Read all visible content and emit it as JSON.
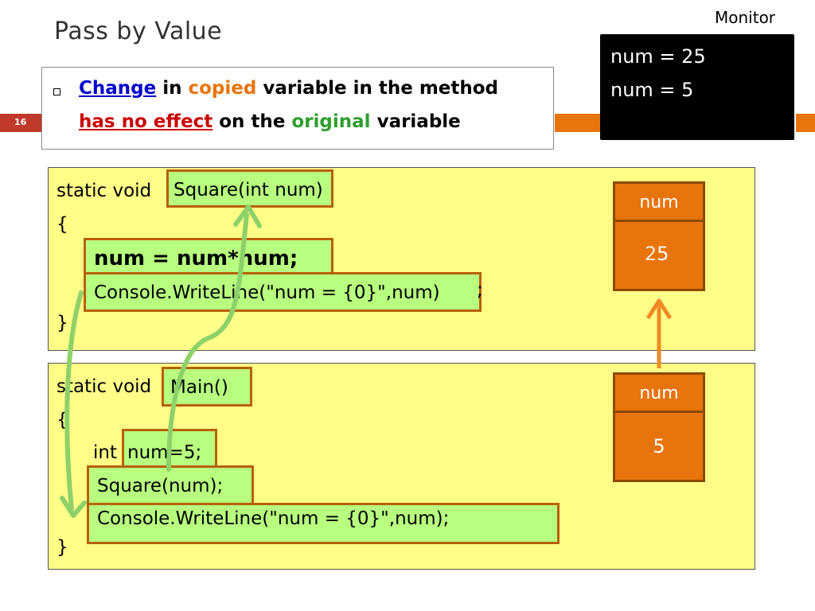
{
  "slide": {
    "title": "Pass by Value",
    "number": "16"
  },
  "monitor": {
    "label": "Monitor",
    "lines": [
      "num = 25",
      "num = 5"
    ]
  },
  "bullet": {
    "line1": {
      "w1": "Change",
      "w2": " in ",
      "w3": "copied",
      "w4": " variable in the method"
    },
    "line2": {
      "w1": "has no effect",
      "w2": " on the ",
      "w3": "original",
      "w4": " variable"
    }
  },
  "square_method": {
    "prefix": "static void ",
    "signature": "Square(int num)",
    "open_brace": "{",
    "assignment": "num = num*num;",
    "writeline": "Console.WriteLine(\"num = {0}\",num)",
    "semicolon": ";",
    "close_brace": "}"
  },
  "main_method": {
    "prefix": "static void ",
    "signature": "Main()",
    "open_brace": "{",
    "int_keyword": "int ",
    "declaration": "num=5;",
    "call": "Square(num);",
    "writeline": "Console.WriteLine(\"num = {0}\",num);",
    "close_brace": "}"
  },
  "variables": {
    "square_var": {
      "name": "num",
      "old_value": "5",
      "new_value": "25"
    },
    "main_var": {
      "name": "num",
      "value": "5"
    }
  },
  "colors": {
    "accent_orange": "#e8740c",
    "highlight_green": "#b8ff80",
    "code_background": "#ffff88",
    "arrow_green": "#8ed16a"
  }
}
